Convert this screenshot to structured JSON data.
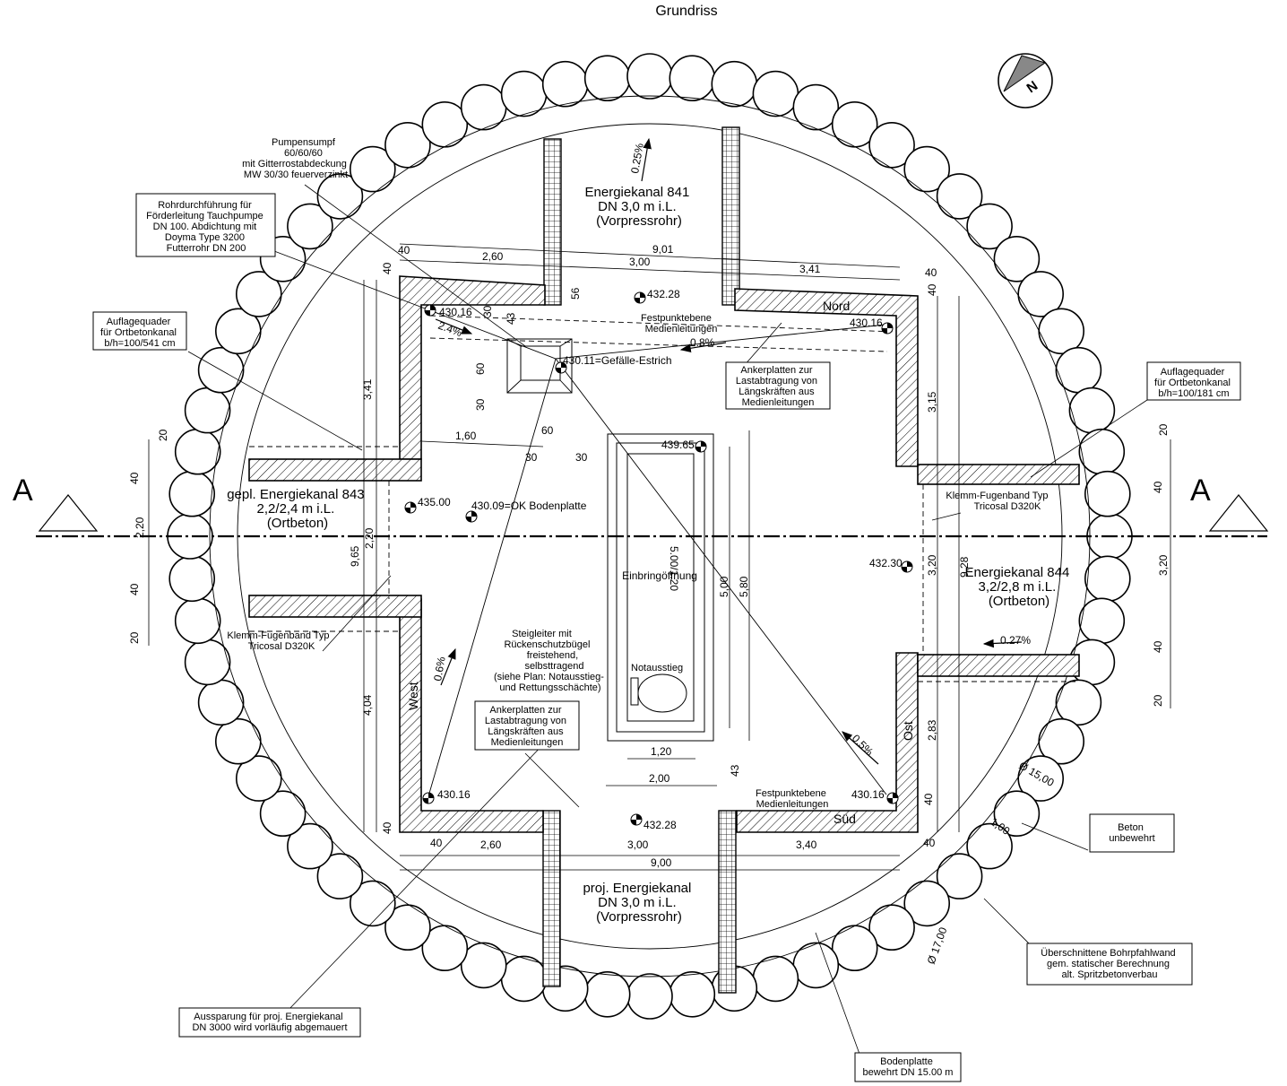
{
  "title": "Grundriss",
  "north_label": "N",
  "section_label": "A",
  "channels": {
    "north": {
      "name": "Energiekanal 841",
      "size": "DN 3,0 m i.L.",
      "type": "(Vorpressrohr)"
    },
    "south": {
      "name": "proj. Energiekanal",
      "size": "DN 3,0 m i.L.",
      "type": "(Vorpressrohr)"
    },
    "west": {
      "name": "gepl. Energiekanal 843",
      "size": "2,2/2,4 m i.L.",
      "type": "(Ortbeton)"
    },
    "east": {
      "name": "Energiekanal 844",
      "size": "3,2/2,8 m i.L.",
      "type": "(Ortbeton)"
    }
  },
  "walls": {
    "north": "Nord",
    "south": "Süd",
    "west": "West",
    "east": "Ost"
  },
  "callouts": {
    "pumpensumpf": [
      "Pumpensumpf",
      "60/60/60",
      "mit Gitterrostabdeckung",
      "MW 30/30 feuerverzinkt"
    ],
    "rohrdurchfuehrung": [
      "Rohrdurchführung für",
      "Förderleitung Tauchpumpe",
      "DN 100. Abdichtung mit",
      "Doyma Type 3200",
      "Futterrohr DN 200"
    ],
    "auflagequader_west": [
      "Auflagequader",
      "für Ortbetonkanal",
      "b/h=100/541 cm"
    ],
    "auflagequader_east": [
      "Auflagequader",
      "für Ortbetonkanal",
      "b/h=100/181 cm"
    ],
    "ankerplatten_north": [
      "Ankerplatten zur",
      "Lastabtragung von",
      "Längskräften aus",
      "Medienleitungen"
    ],
    "ankerplatten_south": [
      "Ankerplatten zur",
      "Lastabtragung von",
      "Längskräften aus",
      "Medienleitungen"
    ],
    "festpunkt_north": [
      "Festpunktebene",
      "Medienleitungen"
    ],
    "festpunkt_south": [
      "Festpunktebene",
      "Medienleitungen"
    ],
    "klemm_east": [
      "Klemm-Fugenband Typ",
      "Tricosal D320K"
    ],
    "klemm_west": [
      "Klemm-Fugenband Typ",
      "Tricosal D320K"
    ],
    "steigleiter": [
      "Steigleiter mit",
      "Rückenschutzbügel",
      "freistehend,",
      "selbsttragend",
      "(siehe Plan: Notausstieg-",
      "und Rettungsschächte)"
    ],
    "beton": [
      "Beton",
      "unbewehrt"
    ],
    "bohrpfahlwand": [
      "Überschnittene Bohrpfahlwand",
      "gem. statischer Berechnung",
      "alt. Spritzbetonverbau"
    ],
    "aussparung": [
      "Aussparung für proj. Energiekanal",
      "DN 3000 wird vorläufig abgemauert"
    ],
    "bodenplatte": [
      "Bodenplatte",
      "bewehrt DN 15.00 m"
    ],
    "notausstieg": "Notausstieg",
    "einbring": [
      "Einbringöffnung",
      "5.00/1.20"
    ]
  },
  "levels": {
    "l1": "432.28",
    "l2": "430.16",
    "l3": "430.16",
    "l4": "430.11=Gefälle-Estrich",
    "l5": "439.65",
    "l6": "435.00",
    "l7": "430.09=OK Bodenplatte",
    "l8": "432.30",
    "l9": "430.16",
    "l10": "430.16",
    "l11": "432.28"
  },
  "slopes": {
    "s1": "0.25%",
    "s2": "2.4%",
    "s3": "0.8%",
    "s4": "0.6%",
    "s5": "0.5%",
    "s6": "0.27%"
  },
  "dimensions": {
    "top_total": "9,01",
    "top_a": "2,60",
    "top_b": "3,00",
    "top_c": "3,41",
    "top_w": "40",
    "top_e": "40",
    "bot_total": "9,00",
    "bot_a": "2,60",
    "bot_b": "3,00",
    "bot_c": "3,40",
    "bot_w": "40",
    "bot_e": "40",
    "left_a": "3,41",
    "left_b": "9,65",
    "left_c": "2,20",
    "left_d": "4,04",
    "left_w1": "40",
    "left_w2": "40",
    "far_left_a": "20",
    "far_left_b": "40",
    "far_left_c": "2,20",
    "far_left_d": "40",
    "far_left_e": "20",
    "right_a": "3,15",
    "right_b": "9,28",
    "right_c": "3,20",
    "right_d": "2,83",
    "right_w1": "40",
    "right_w2": "40",
    "far_right_a": "20",
    "far_right_b": "40",
    "far_right_c": "3,20",
    "far_right_d": "40",
    "far_right_e": "20",
    "sump_56": "56",
    "sump_43a": "43",
    "sump_30a": "30",
    "sump_60": "60",
    "sump_30b": "30",
    "wall_160": "1,60",
    "wall_60": "60",
    "wall_30a": "30",
    "wall_30b": "30",
    "open_500": "5,00",
    "open_580": "5,80",
    "open_120": "1,20",
    "open_200": "2,00",
    "open_43": "43",
    "diam_1500": "Ø 15,00",
    "diam_1700": "Ø 17,00",
    "ring_100": "1,00"
  }
}
